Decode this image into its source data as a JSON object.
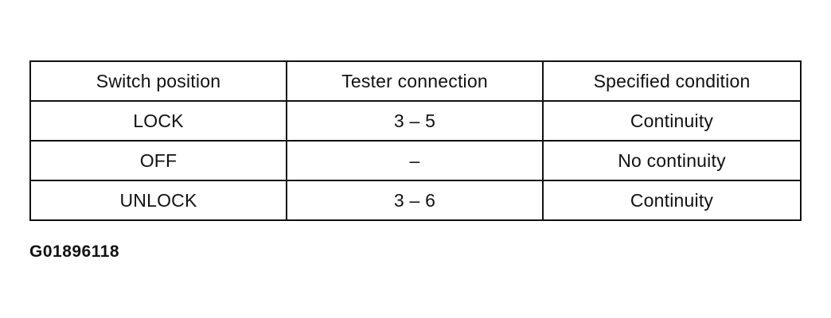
{
  "table": {
    "headers": [
      "Switch position",
      "Tester connection",
      "Specified  condition"
    ],
    "rows": [
      [
        "LOCK",
        "3 – 5",
        "Continuity"
      ],
      [
        "OFF",
        "–",
        "No continuity"
      ],
      [
        "UNLOCK",
        "3 – 6",
        "Continuity"
      ]
    ]
  },
  "figure_code": "G01896118"
}
